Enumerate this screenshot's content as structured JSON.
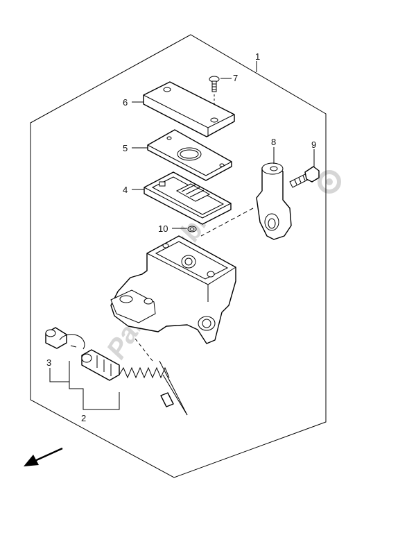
{
  "watermark": {
    "text": "PartsRepublik"
  },
  "callouts": [
    {
      "id": "1",
      "label": "1"
    },
    {
      "id": "2",
      "label": "2"
    },
    {
      "id": "3",
      "label": "3"
    },
    {
      "id": "4",
      "label": "4"
    },
    {
      "id": "5",
      "label": "5"
    },
    {
      "id": "6",
      "label": "6"
    },
    {
      "id": "7",
      "label": "7"
    },
    {
      "id": "8",
      "label": "8"
    },
    {
      "id": "9",
      "label": "9"
    },
    {
      "id": "10",
      "label": "10"
    }
  ],
  "direction_arrow": {
    "icon": "front-direction-arrow-icon"
  }
}
